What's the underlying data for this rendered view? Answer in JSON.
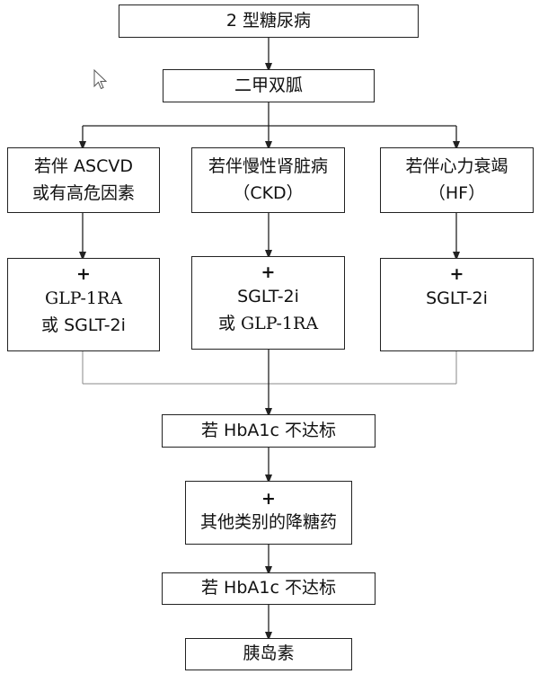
{
  "nodes": {
    "type2_diabetes": "2 型糖尿病",
    "metformin": "二甲双胍",
    "branch_ascvd": {
      "line1": "若伴 ASCVD",
      "line2": "或有高危因素"
    },
    "branch_ckd": {
      "line1": "若伴慢性肾脏病",
      "line2": "（CKD）"
    },
    "branch_hf": {
      "line1": "若伴心力衰竭",
      "line2": "（HF）"
    },
    "treat_ascvd": {
      "plus": "+",
      "line1": "GLP-1RA",
      "line2": "或 SGLT-2i"
    },
    "treat_ckd": {
      "plus": "+",
      "line1": "SGLT-2i",
      "line2": "或 GLP-1RA"
    },
    "treat_hf": {
      "plus": "+",
      "line1": "SGLT-2i"
    },
    "hba1c_check_1": "若 HbA1c 不达标",
    "other_drugs": {
      "plus": "+",
      "line1": "其他类别的降糖药"
    },
    "hba1c_check_2": "若 HbA1c 不达标",
    "insulin": "胰岛素"
  }
}
